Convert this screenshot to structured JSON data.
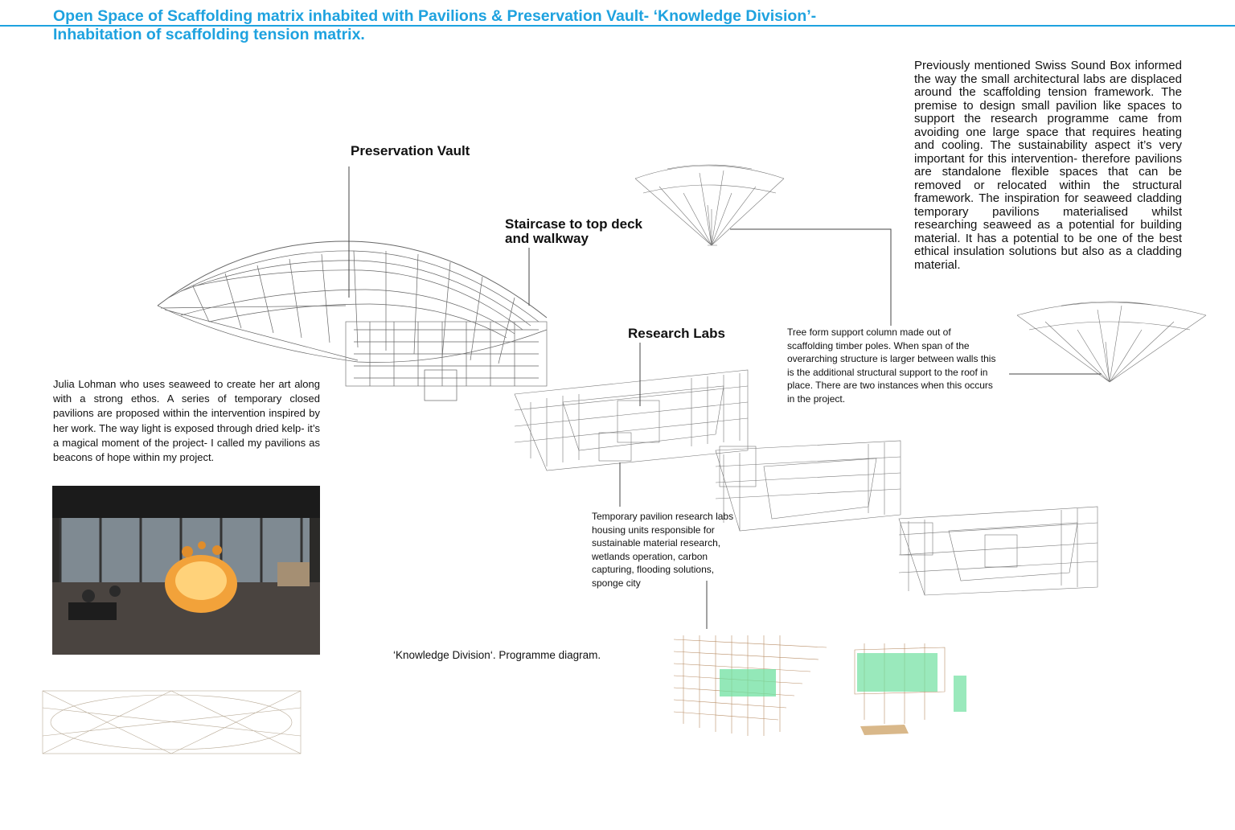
{
  "title": {
    "line1": "Open Space of Scaffolding matrix inhabited with Pavilions & Preservation Vault- ‘Knowledge Division’-",
    "line2": "Inhabitation of scaffolding tension matrix."
  },
  "labels": {
    "preservation_vault": "Preservation Vault",
    "staircase": "Staircase to top deck and walkway",
    "research_labs": "Research Labs"
  },
  "text": {
    "intro": "Previously mentioned Swiss Sound Box informed the way the small architectural labs are displaced around the scaffolding tension framework. The premise to design small pavilion like spaces to support the research programme came from avoiding one large space that requires heating and cooling. The sustainability aspect it’s very important for this intervention- therefore pavilions are standalone flexible spaces that can be removed or relocated within the structural framework. The inspiration for seaweed cladding temporary pavilions materialised whilst researching seaweed as a potential for building material. It has a potential to be one of the best ethical insulation solutions but also as a cladding material.",
    "tree_caption": "Tree form support column made out of scaffolding timber poles. When span of the overarching structure is larger between walls this is the additional structural support to the roof in place. There are two instances when this occurs in the project.",
    "labs_caption": "Temporary pavilion research labs housing units responsible for sustainable material research, wetlands operation, carbon capturing, flooding solutions, sponge city",
    "julia": "Julia Lohman who uses seaweed to create her art along with a strong ethos. A series of temporary closed pavilions are proposed within the intervention inspired by her work. The way light is exposed through dried kelp-  it’s a magical moment of the project- I called my pavilions as  beacons of hope within my project.",
    "programme_caption": "‘Knowledge Division‘. Programme diagram."
  },
  "colors": {
    "accent": "#1ea2df",
    "linework": "#555555",
    "pavilion_glow": "#e8a03a",
    "green_panel": "#6fe0a0",
    "timber": "#c9b08a"
  }
}
